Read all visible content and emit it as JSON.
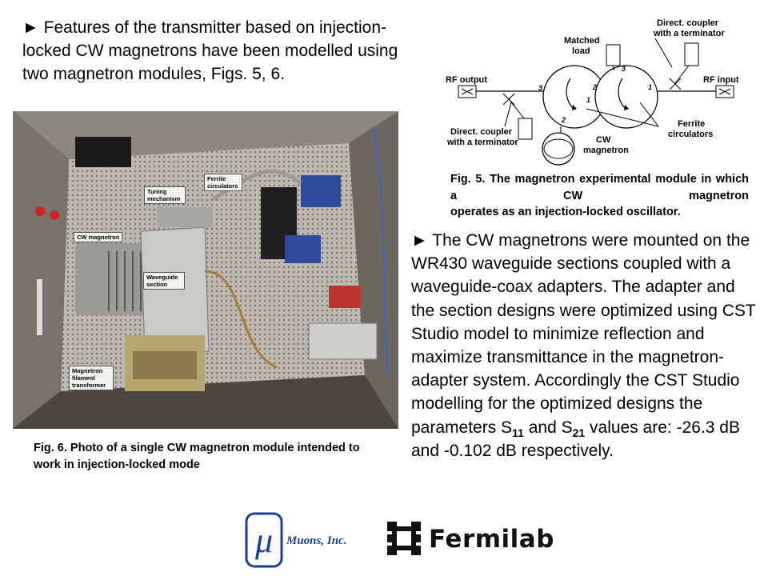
{
  "intro": {
    "bullet": "►",
    "text": "Features of the transmitter based on injection-locked CW magnetrons have been modelled using two magnetron modules, Figs. 5, 6."
  },
  "fig5": {
    "labels": {
      "matched_load": "Matched load",
      "coupler_top": "Direct. coupler with a terminator",
      "rf_output": "RF output",
      "rf_input": "RF input",
      "coupler_bottom": "Direct. coupler with a terminator",
      "cw_magnetron": "CW magnetron",
      "ferrite_circulators": "Ferrite circulators",
      "port_1a": "1",
      "port_2a": "2",
      "port_3a": "3",
      "port_1b": "1",
      "port_2b": "2",
      "port_3b": "3"
    },
    "caption_line1": "Fig. 5. The magnetron experimental module in which a CW magnetron",
    "caption_line2": "operates as an injection-locked oscillator."
  },
  "fig6": {
    "labels": {
      "tuning_mechanism": "Tuning mechanism",
      "ferrite_circulators": "Ferrite circulators",
      "cw_magnetron": "CW magnetron",
      "waveguide_section": "Waveguide section",
      "filament_transformer": "Magnetron filament transformer"
    },
    "caption": "Fig. 6. Photo of a single CW magnetron module intended to work in injection-locked mode"
  },
  "body": {
    "bullet": "►",
    "text_before_s11": "The CW magnetrons were mounted on the WR430 waveguide sections coupled with a waveguide-coax adapters. The adapter and the section designs were optimized using CST Studio model to minimize reflection and maximize transmittance in the magnetron-adapter system. Accordingly the CST Studio modelling for the optimized designs the parameters S",
    "s11_sub": "11",
    "text_between": "and S",
    "s21_sub": "21",
    "text_after": "values are: -26.3 dB and -0.102 dB respectively."
  },
  "logos": {
    "muons_symbol": "μ",
    "muons_name": "Muons, Inc.",
    "fermilab_name": "Fermilab"
  },
  "colors": {
    "muons_blue": "#1c3f8f",
    "photo_panel": "#b9b6ae"
  }
}
